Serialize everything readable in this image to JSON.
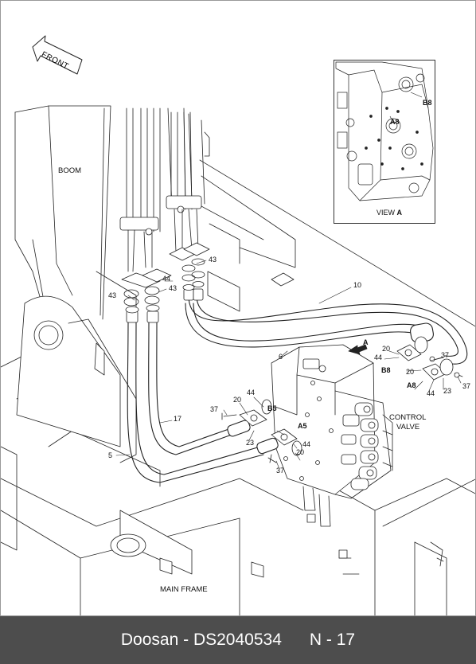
{
  "diagram": {
    "front_label": "FRONT",
    "labels": {
      "boom": "BOOM",
      "main_frame": "MAIN FRAME",
      "control_valve_line1": "CONTROL",
      "control_valve_line2": "VALVE",
      "view": "VIEW",
      "view_ref": "A",
      "arrow_ref": "A"
    },
    "view_ports": [
      "B8",
      "A8"
    ],
    "ports": {
      "b5": "B5",
      "a5": "A5",
      "b8": "B8",
      "a8": "A8"
    },
    "callouts": {
      "c43a": "43",
      "c44a": "44",
      "c43b": "43",
      "c43c": "43",
      "c10": "10",
      "c6": "6",
      "c17": "17",
      "c5": "5",
      "c37a": "37",
      "c20a": "20",
      "c44b": "44",
      "c23a": "23",
      "c44c": "44",
      "c20b": "20",
      "c37b": "37",
      "c20c": "20",
      "c44d": "44",
      "c37c": "37",
      "c20d": "20",
      "c44e": "44",
      "c23b": "23",
      "c37d": "37"
    }
  },
  "footer": {
    "brand": "Doosan",
    "separator": " - ",
    "code": "DS2040534",
    "page": "N - 17"
  }
}
